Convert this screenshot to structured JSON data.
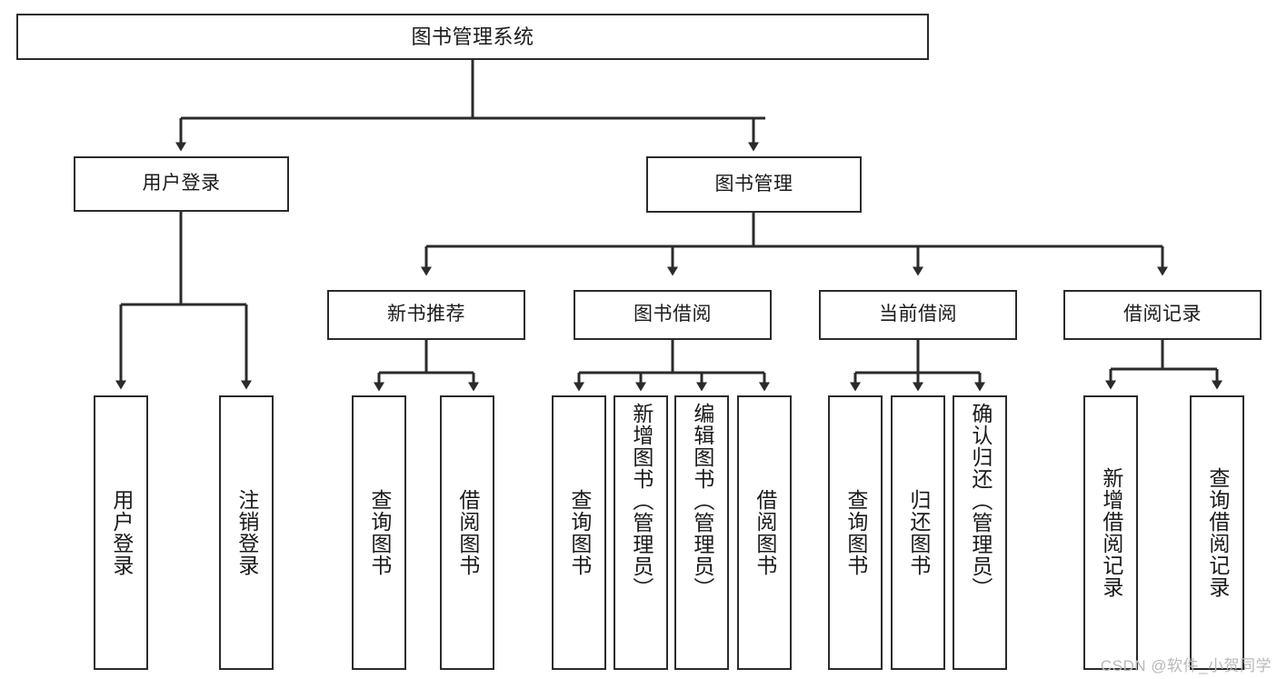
{
  "diagram": {
    "title": "图书管理系统",
    "watermark": "CSDN @软件_小贺同学",
    "type": "tree-hierarchy-diagram",
    "colors": {
      "stroke": "#2b2b2b",
      "fill": "#ffffff",
      "text": "#1a1a1a",
      "watermark": "#b9b9b9"
    },
    "nodes": {
      "root": {
        "label": "图书管理系统"
      },
      "level1": [
        {
          "id": "user-login",
          "label": "用户登录"
        },
        {
          "id": "book-management",
          "label": "图书管理"
        }
      ],
      "level2": [
        {
          "id": "new-book-recommend",
          "label": "新书推荐"
        },
        {
          "id": "book-borrow",
          "label": "图书借阅"
        },
        {
          "id": "current-borrow",
          "label": "当前借阅"
        },
        {
          "id": "borrow-record",
          "label": "借阅记录"
        }
      ],
      "leaves": {
        "user_login": [
          {
            "id": "leaf-user-login",
            "label": "用户登录"
          },
          {
            "id": "leaf-logout-login",
            "label": "注销登录"
          }
        ],
        "new_book_recommend": [
          {
            "id": "leaf-query-book-1",
            "label": "查询图书"
          },
          {
            "id": "leaf-borrow-book-1",
            "label": "借阅图书"
          }
        ],
        "book_borrow": [
          {
            "id": "leaf-query-book-2",
            "label": "查询图书"
          },
          {
            "id": "leaf-add-book-admin",
            "label": "新增图书（管理员）"
          },
          {
            "id": "leaf-edit-book-admin",
            "label": "编辑图书（管理员）"
          },
          {
            "id": "leaf-borrow-book-2",
            "label": "借阅图书"
          }
        ],
        "current_borrow": [
          {
            "id": "leaf-query-book-3",
            "label": "查询图书"
          },
          {
            "id": "leaf-return-book",
            "label": "归还图书"
          },
          {
            "id": "leaf-confirm-return-admin",
            "label": "确认归还（管理员）"
          }
        ],
        "borrow_record": [
          {
            "id": "leaf-add-borrow-record",
            "label": "新增借阅记录"
          },
          {
            "id": "leaf-query-borrow-record",
            "label": "查询借阅记录"
          }
        ]
      }
    }
  }
}
